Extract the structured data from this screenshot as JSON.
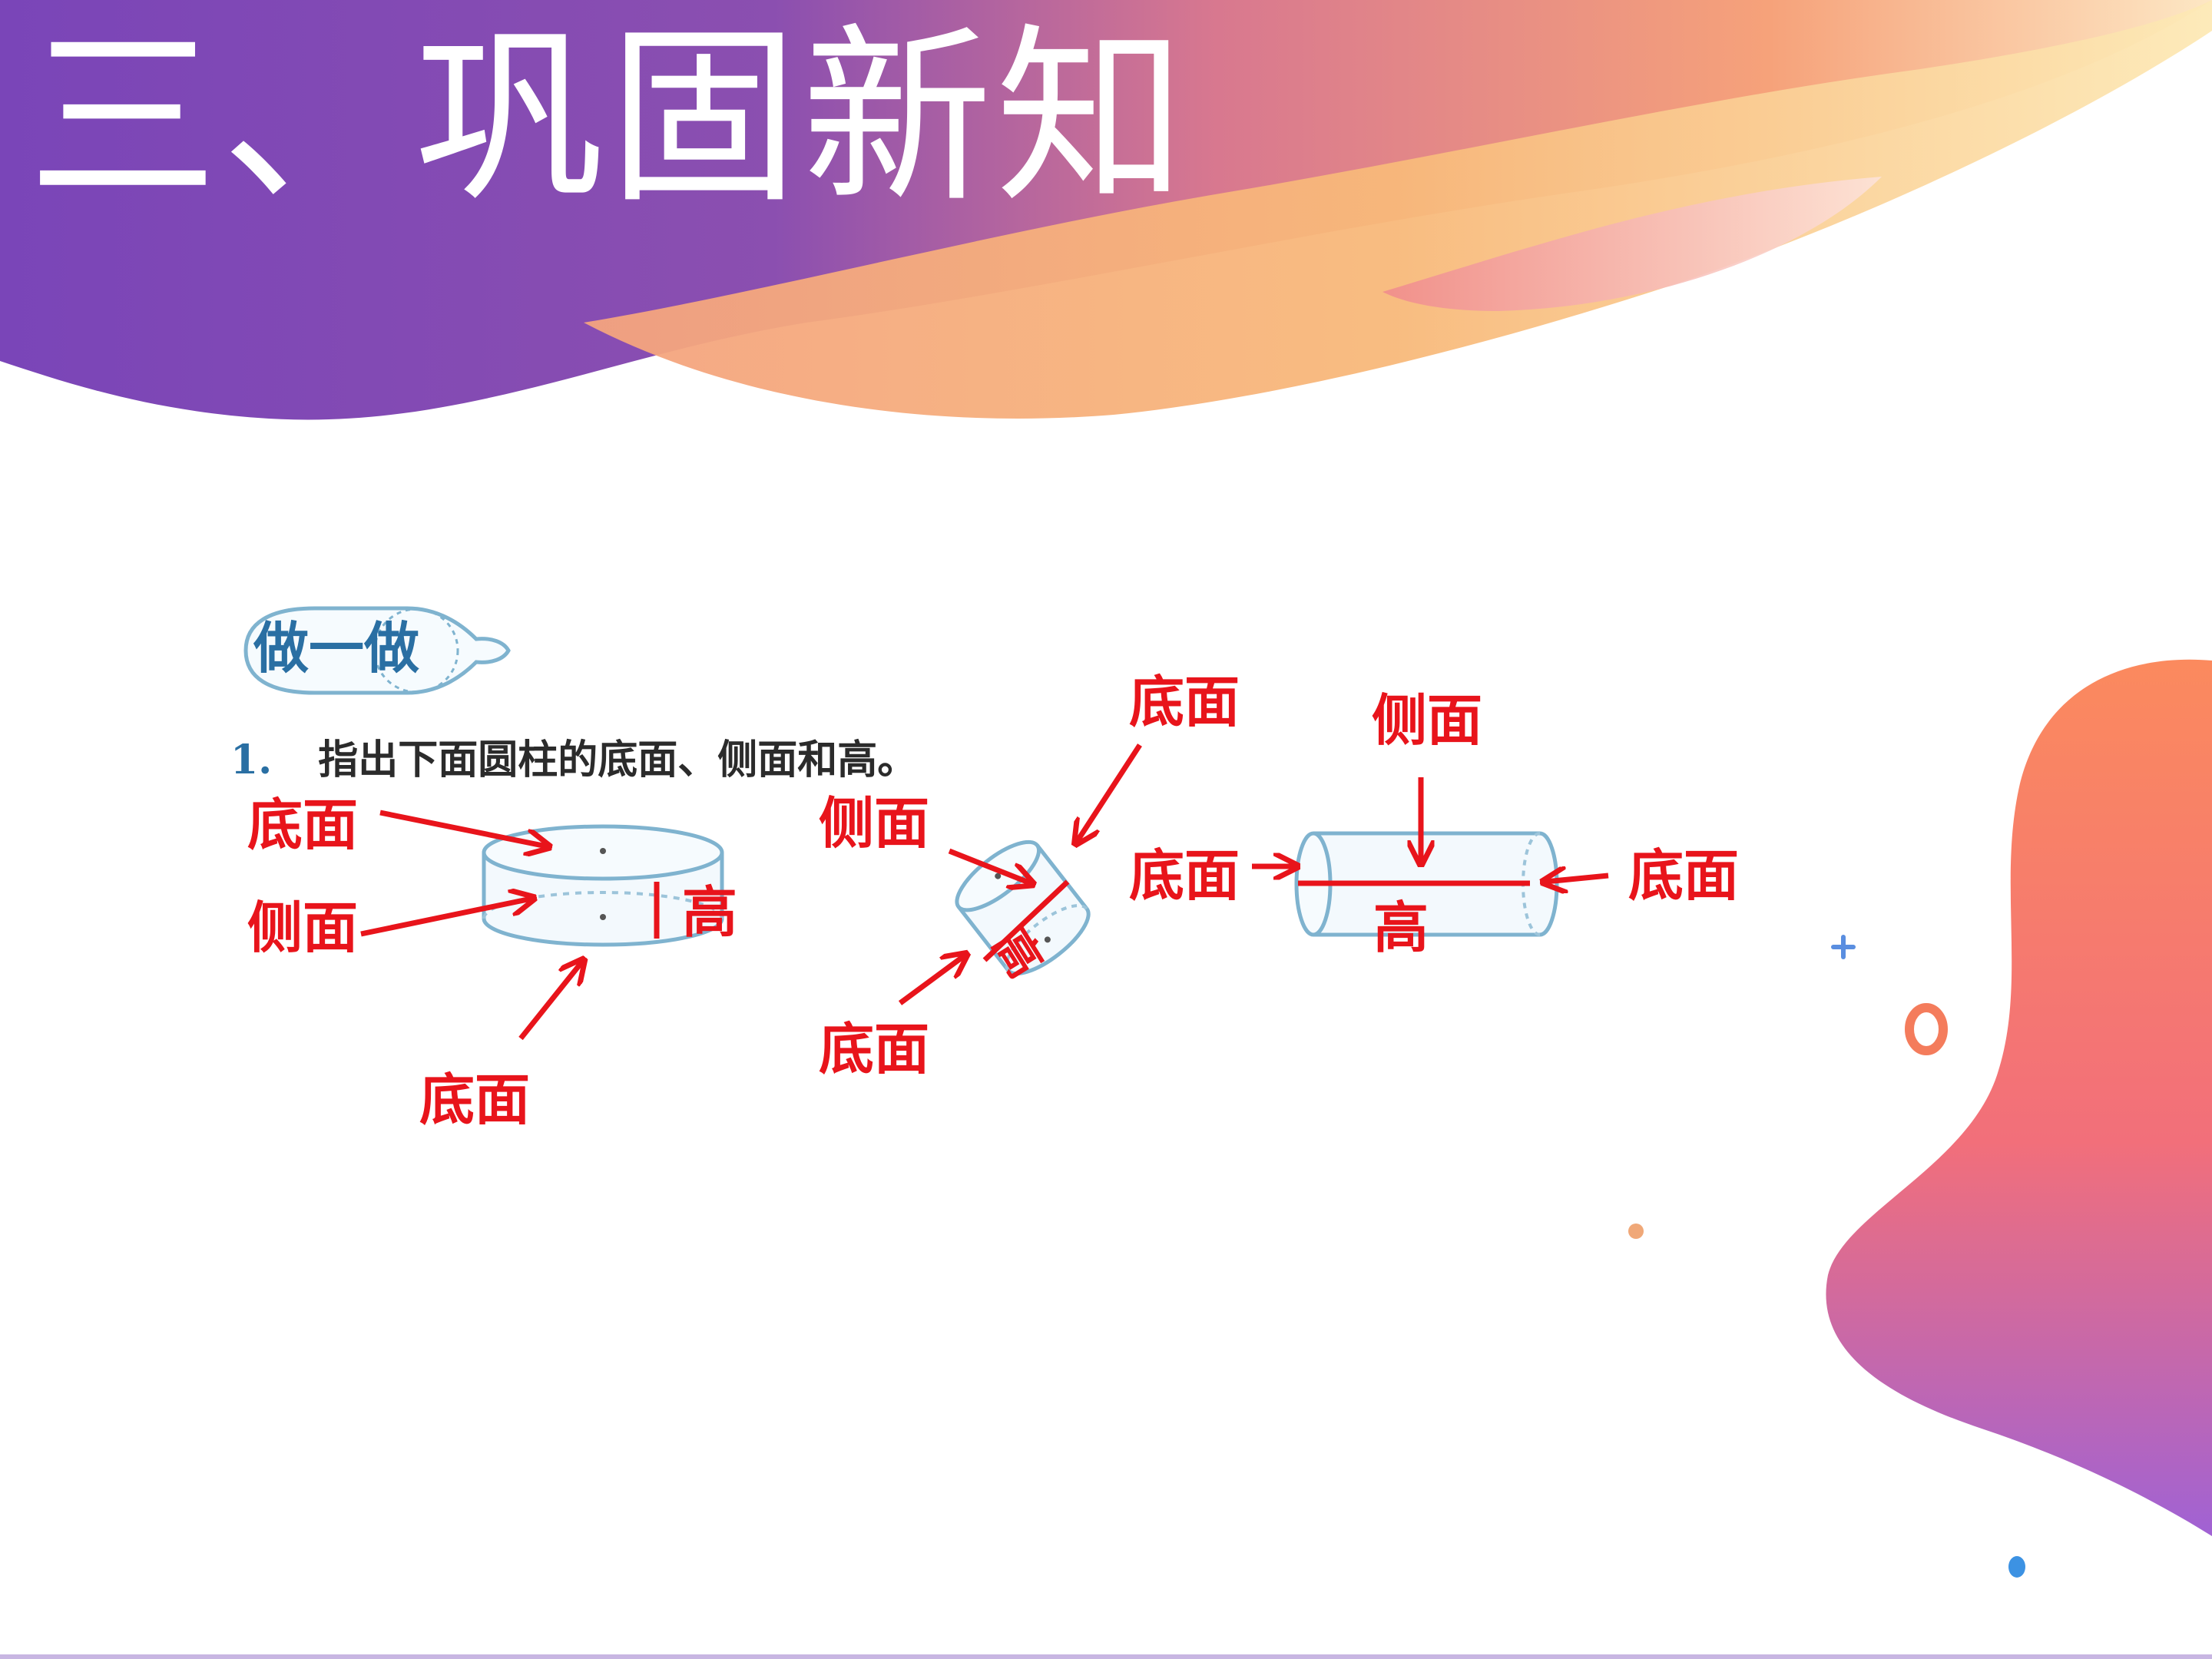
{
  "slide": {
    "title": "三、巩固新知"
  },
  "exercise": {
    "badge": "做一做",
    "number": "1.",
    "prompt": "指出下面圆柱的底面、侧面和高。"
  },
  "figure1": {
    "top_label": "底面",
    "side_label": "侧面",
    "height_label": "高",
    "bottom_label": "底面"
  },
  "figure2": {
    "top_label": "底面",
    "side_label": "侧面",
    "height_label": "高",
    "bottom_label": "底面"
  },
  "figure3": {
    "top_label": "侧面",
    "left_label": "底面",
    "right_label": "底面",
    "height_label": "高"
  },
  "colors": {
    "annotation": "#e8141b",
    "figure_outline": "#7fb3cf",
    "banner_purple": "#7a45b8",
    "banner_orange": "#f58b6c",
    "banner_yellow": "#fbd27a"
  }
}
